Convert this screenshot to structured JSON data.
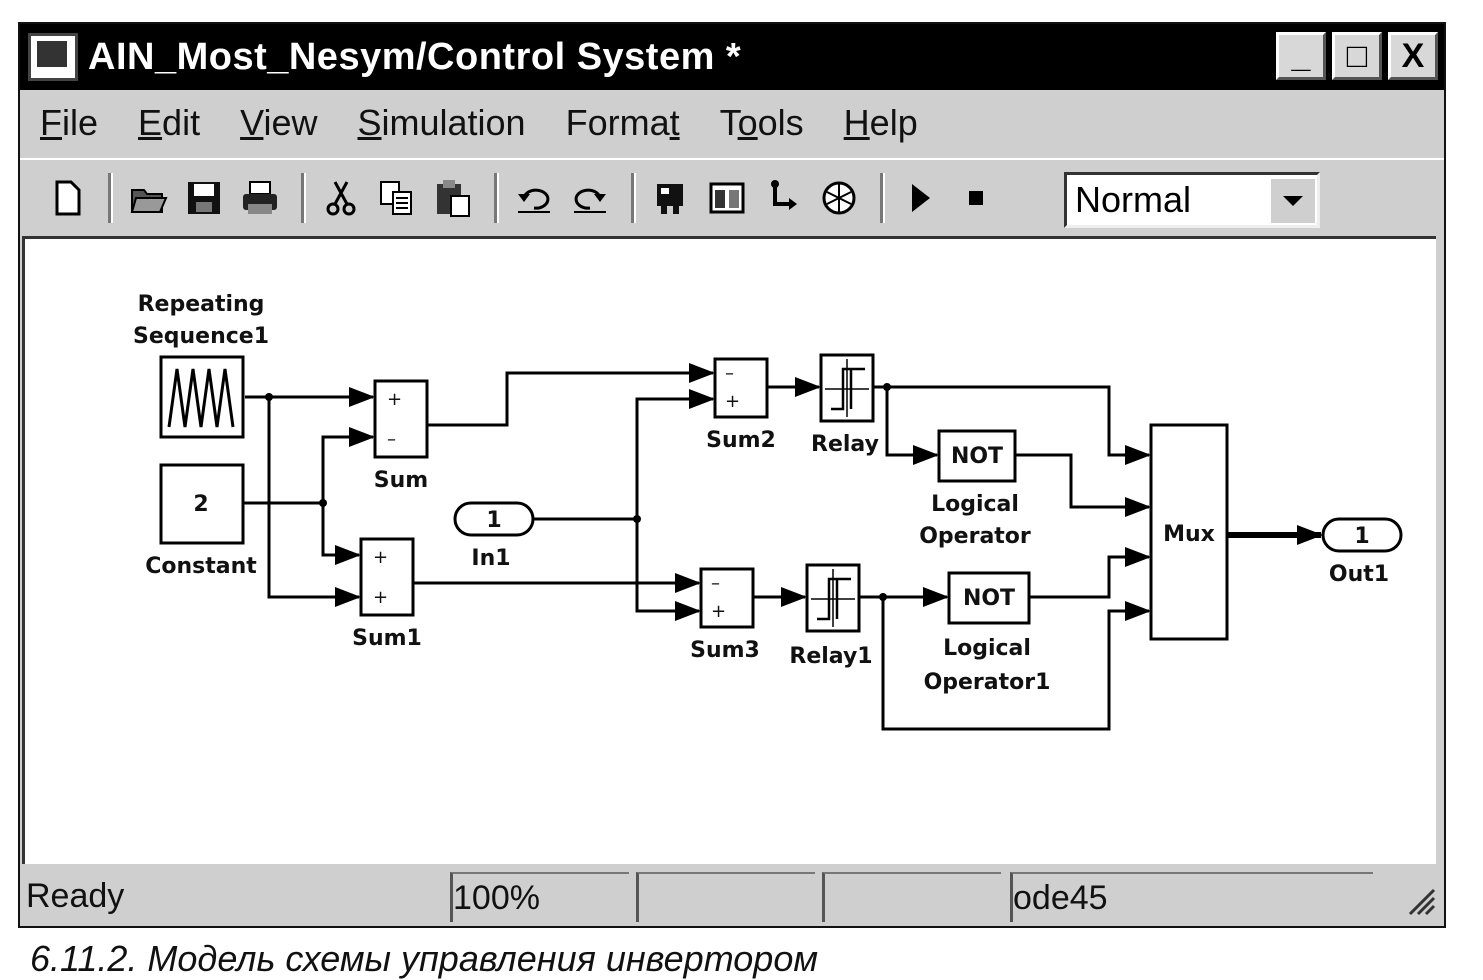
{
  "window": {
    "title": "AIN_Most_Nesym/Control System *",
    "buttons": {
      "minimize": "_",
      "maximize": "□",
      "close": "X"
    }
  },
  "menu": [
    {
      "pre": "",
      "u": "F",
      "post": "ile"
    },
    {
      "pre": "",
      "u": "E",
      "post": "dit"
    },
    {
      "pre": "",
      "u": "V",
      "post": "iew"
    },
    {
      "pre": "",
      "u": "S",
      "post": "imulation"
    },
    {
      "pre": "Forma",
      "u": "t",
      "post": ""
    },
    {
      "pre": "T",
      "u": "o",
      "post": "ols"
    },
    {
      "pre": "",
      "u": "H",
      "post": "elp"
    }
  ],
  "toolbar": {
    "icons": [
      "new-icon",
      "open-icon",
      "save-icon",
      "print-icon",
      "cut-icon",
      "copy-icon",
      "paste-icon",
      "undo-icon",
      "redo-icon",
      "library-browser-icon",
      "model-explorer-icon",
      "debug-icon",
      "update-diagram-icon",
      "start-icon",
      "stop-icon"
    ],
    "simulation_mode": "Normal"
  },
  "blocks": {
    "repeating_sequence": {
      "label1": "Repeating",
      "label2": "Sequence1"
    },
    "constant": {
      "value": "2",
      "label": "Constant"
    },
    "sum": {
      "label": "Sum",
      "signs": [
        "+",
        "–"
      ]
    },
    "sum1": {
      "label": "Sum1",
      "signs": [
        "+",
        "+"
      ]
    },
    "in1": {
      "port": "1",
      "label": "In1"
    },
    "sum2": {
      "label": "Sum2",
      "signs": [
        "–",
        "+"
      ]
    },
    "sum3": {
      "label": "Sum3",
      "signs": [
        "–",
        "+"
      ]
    },
    "relay": {
      "label": "Relay"
    },
    "relay1": {
      "label": "Relay1"
    },
    "logical_operator": {
      "op": "NOT",
      "label1": "Logical",
      "label2": "Operator"
    },
    "logical_operator1": {
      "op": "NOT",
      "label1": "Logical",
      "label2": "Operator1"
    },
    "mux": {
      "label": "Mux"
    },
    "out1": {
      "port": "1",
      "label": "Out1"
    }
  },
  "status": {
    "state": "Ready",
    "zoom": "100%",
    "solver": "ode45"
  },
  "caption": "6.11.2. Модель схемы управления инвертором"
}
